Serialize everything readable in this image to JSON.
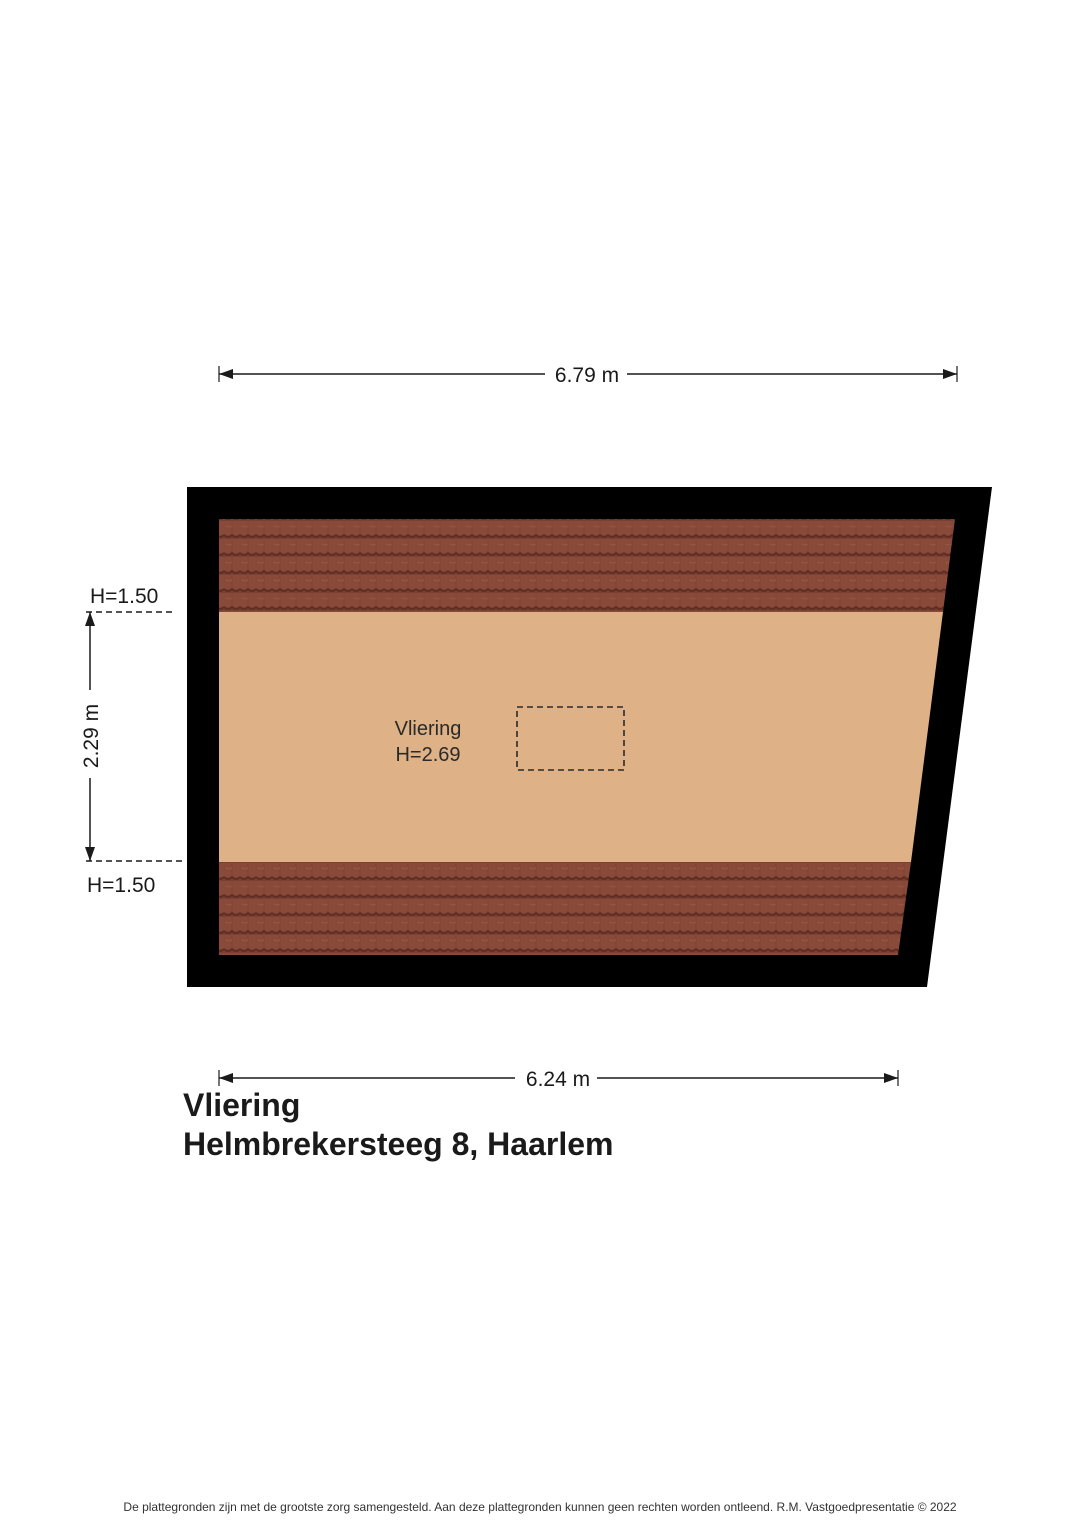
{
  "dimensions": {
    "top_width": "6.79 m",
    "bottom_width": "6.24 m",
    "left_height": "2.29 m",
    "height_upper": "H=1.50",
    "height_lower": "H=1.50"
  },
  "room": {
    "name": "Vliering",
    "height": "H=2.69"
  },
  "title": {
    "floor": "Vliering",
    "address": "Helmbrekersteeg 8, Haarlem"
  },
  "footer": "De plattegronden zijn met de grootste zorg samengesteld. Aan deze plattegronden kunnen geen rechten worden ontleend. R.M. Vastgoedpresentatie © 2022",
  "colors": {
    "wall": "#000000",
    "floor": "#dfb186",
    "roof_tile": "#8a4a3a",
    "roof_tile_shadow": "#5e2e24"
  }
}
